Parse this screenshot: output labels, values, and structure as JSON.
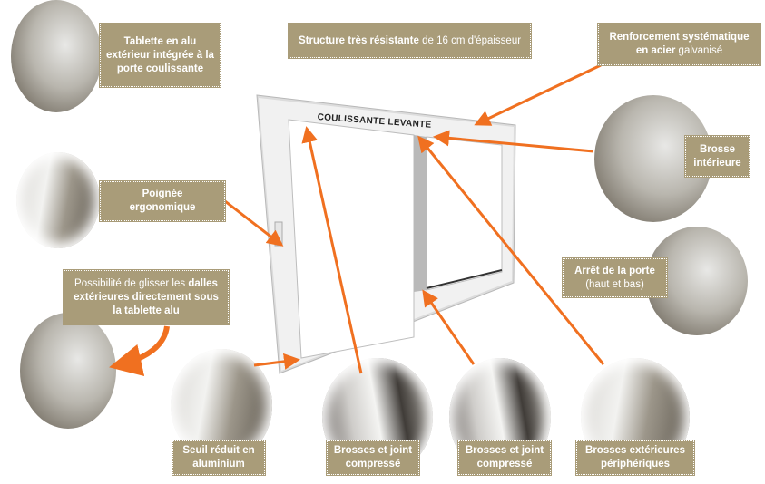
{
  "window_sign": "COULISSANTE LEVANTE",
  "labels": {
    "tablette": "Tablette en alu extérieur intégrée à la porte coulissante",
    "structure_bold": "Structure très résistante",
    "structure_rest": "de 16 cm d'épaisseur",
    "renforcement_a": "Renforcement systématique en",
    "renforcement_bold": "acier",
    "renforcement_b": "galvanisé",
    "poignee": "Poignée ergonomique",
    "brosse_interieure": "Brosse intérieure",
    "possibilite_a": "Possibilité de glisser les",
    "possibilite_bold": "dalles extérieures directement sous la tablette alu",
    "arret_bold": "Arrêt de la porte",
    "arret_rest": "(haut et bas)",
    "seuil": "Seuil réduit en aluminium",
    "brosses_joint_1": "Brosses et joint compressé",
    "brosses_joint_2": "Brosses et joint compressé",
    "brosses_ext": "Brosses extérieures périphériques"
  },
  "colors": {
    "label_bg": "#a99c79",
    "arrow": "#f07020"
  }
}
